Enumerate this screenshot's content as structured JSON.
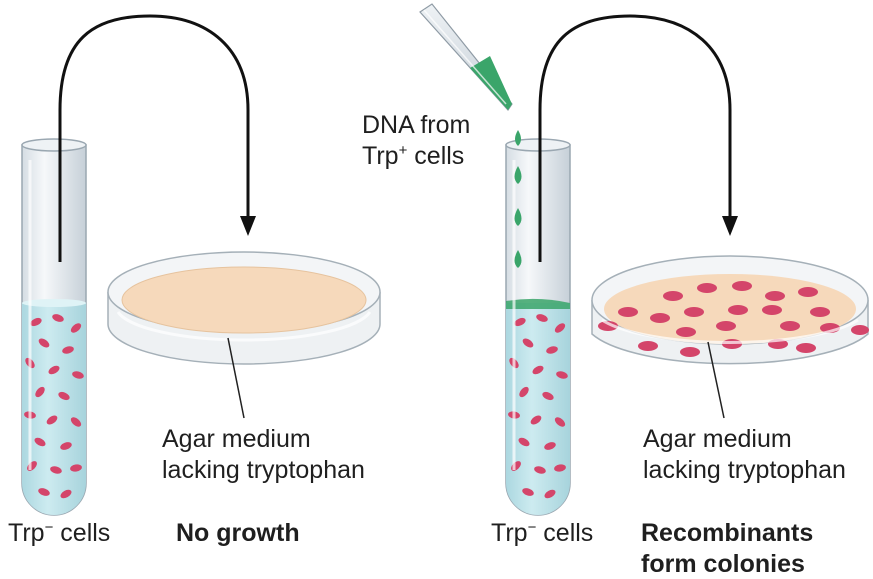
{
  "left_panel": {
    "tube_label": {
      "prefix": "Trp",
      "sup": "−",
      "suffix": " cells"
    },
    "result": "No growth",
    "plate_label": [
      "Agar medium",
      "lacking tryptophan"
    ]
  },
  "right_panel": {
    "dna_label": {
      "line1": "DNA from",
      "prefix": "Trp",
      "sup": "+",
      "suffix": " cells"
    },
    "tube_label": {
      "prefix": "Trp",
      "sup": "−",
      "suffix": " cells"
    },
    "result": [
      "Recombinants",
      "form colonies"
    ],
    "plate_label": [
      "Agar medium",
      "lacking tryptophan"
    ]
  },
  "colors": {
    "liquid": "#bfe3ea",
    "cells": "#d4456a",
    "agar": "#f7dcc0",
    "dna_drop": "#3aa56a",
    "arrow": "#111111"
  }
}
